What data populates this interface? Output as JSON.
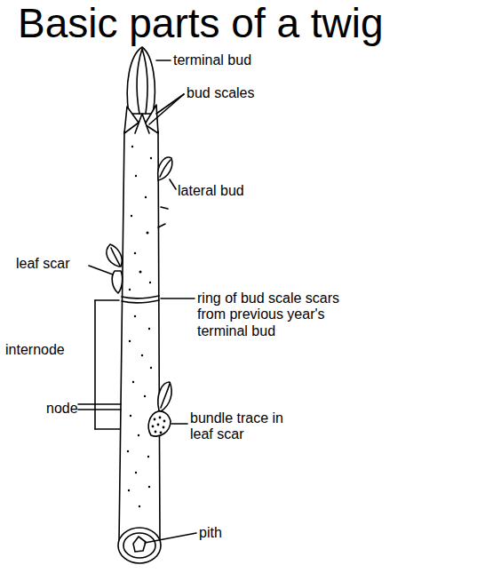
{
  "diagram": {
    "title": "Basic parts of a twig",
    "labels": [
      "terminal bud",
      "bud scales",
      "lateral bud",
      "leaf scar",
      "ring of bud scale scars from previous year's terminal bud",
      "internode",
      "node",
      "bundle trace in leaf scar",
      "pith"
    ]
  }
}
